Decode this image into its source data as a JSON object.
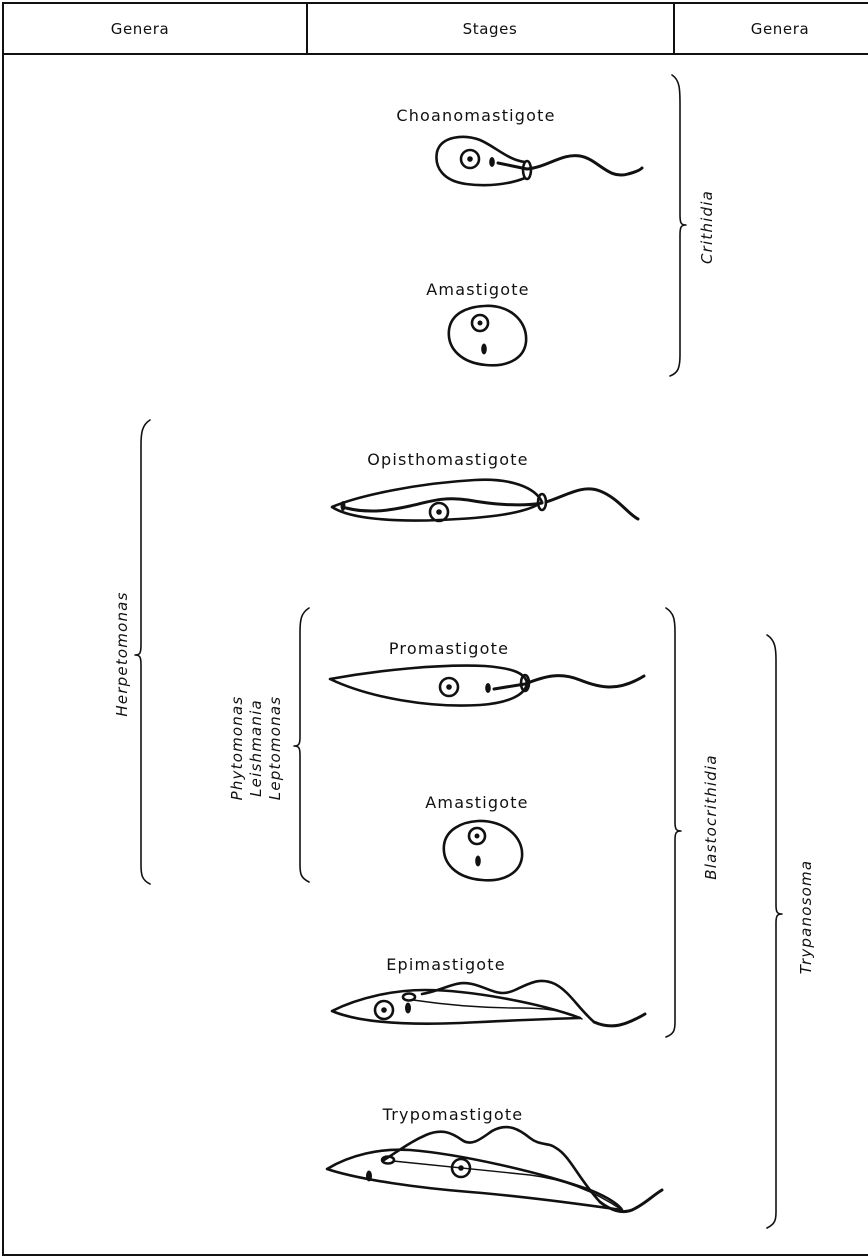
{
  "header": {
    "left": "Genera",
    "center": "Stages",
    "right": "Genera"
  },
  "stages": {
    "choanomastigote": "Choanomastigote",
    "amastigote_1": "Amastigote",
    "opisthomastigote": "Opisthomastigote",
    "promastigote": "Promastigote",
    "amastigote_2": "Amastigote",
    "epimastigote": "Epimastigote",
    "trypomastigote": "Trypomastigote"
  },
  "genera": {
    "crithidia": "Crithidia",
    "herpetomonas": "Herpetomonas",
    "phytomonas": "Phytomonas",
    "leishmania": "Leishmania",
    "leptomonas": "Leptomonas",
    "blastocrithidia": "Blastocrithidia",
    "trypanosoma": "Trypanosoma"
  }
}
